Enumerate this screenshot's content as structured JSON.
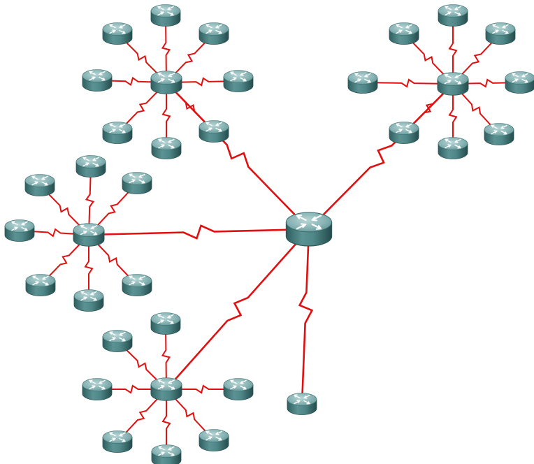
{
  "diagram": {
    "type": "hierarchical-router-network",
    "colors": {
      "link": "#e01010",
      "router_top": "#8fb9ba",
      "router_side": "#3f7576",
      "background": "#ffffff"
    },
    "core_router": {
      "id": "core",
      "icon": "router-icon"
    },
    "hubs": [
      {
        "id": "hub-top-left",
        "spokes": 8
      },
      {
        "id": "hub-top-right",
        "spokes": 8
      },
      {
        "id": "hub-middle-left",
        "spokes": 8
      },
      {
        "id": "hub-bottom-left",
        "spokes": 8
      }
    ],
    "standalone_routers": [
      {
        "id": "stub-bottom"
      }
    ],
    "link_style": "serial-lightning"
  }
}
